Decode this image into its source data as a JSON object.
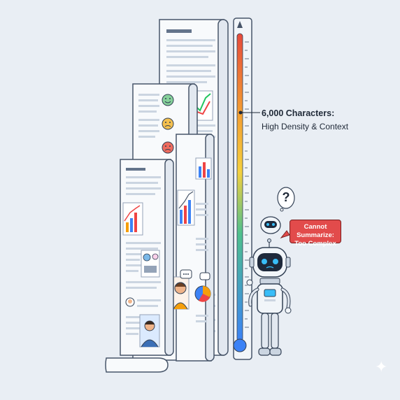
{
  "gauge": {
    "title": "6,000 Characters:",
    "subtitle": "High Density & Context"
  },
  "robot": {
    "speech": [
      "Cannot Summarize:",
      "Too Complex"
    ],
    "thought": "?"
  },
  "icons": {
    "sparkle": "✦"
  },
  "colors": {
    "background": "#e9eef4",
    "paper": "#f8fafc",
    "outline": "#475569",
    "speech_bubble": "#e24b4b",
    "robot_eye": "#38bdf8"
  }
}
